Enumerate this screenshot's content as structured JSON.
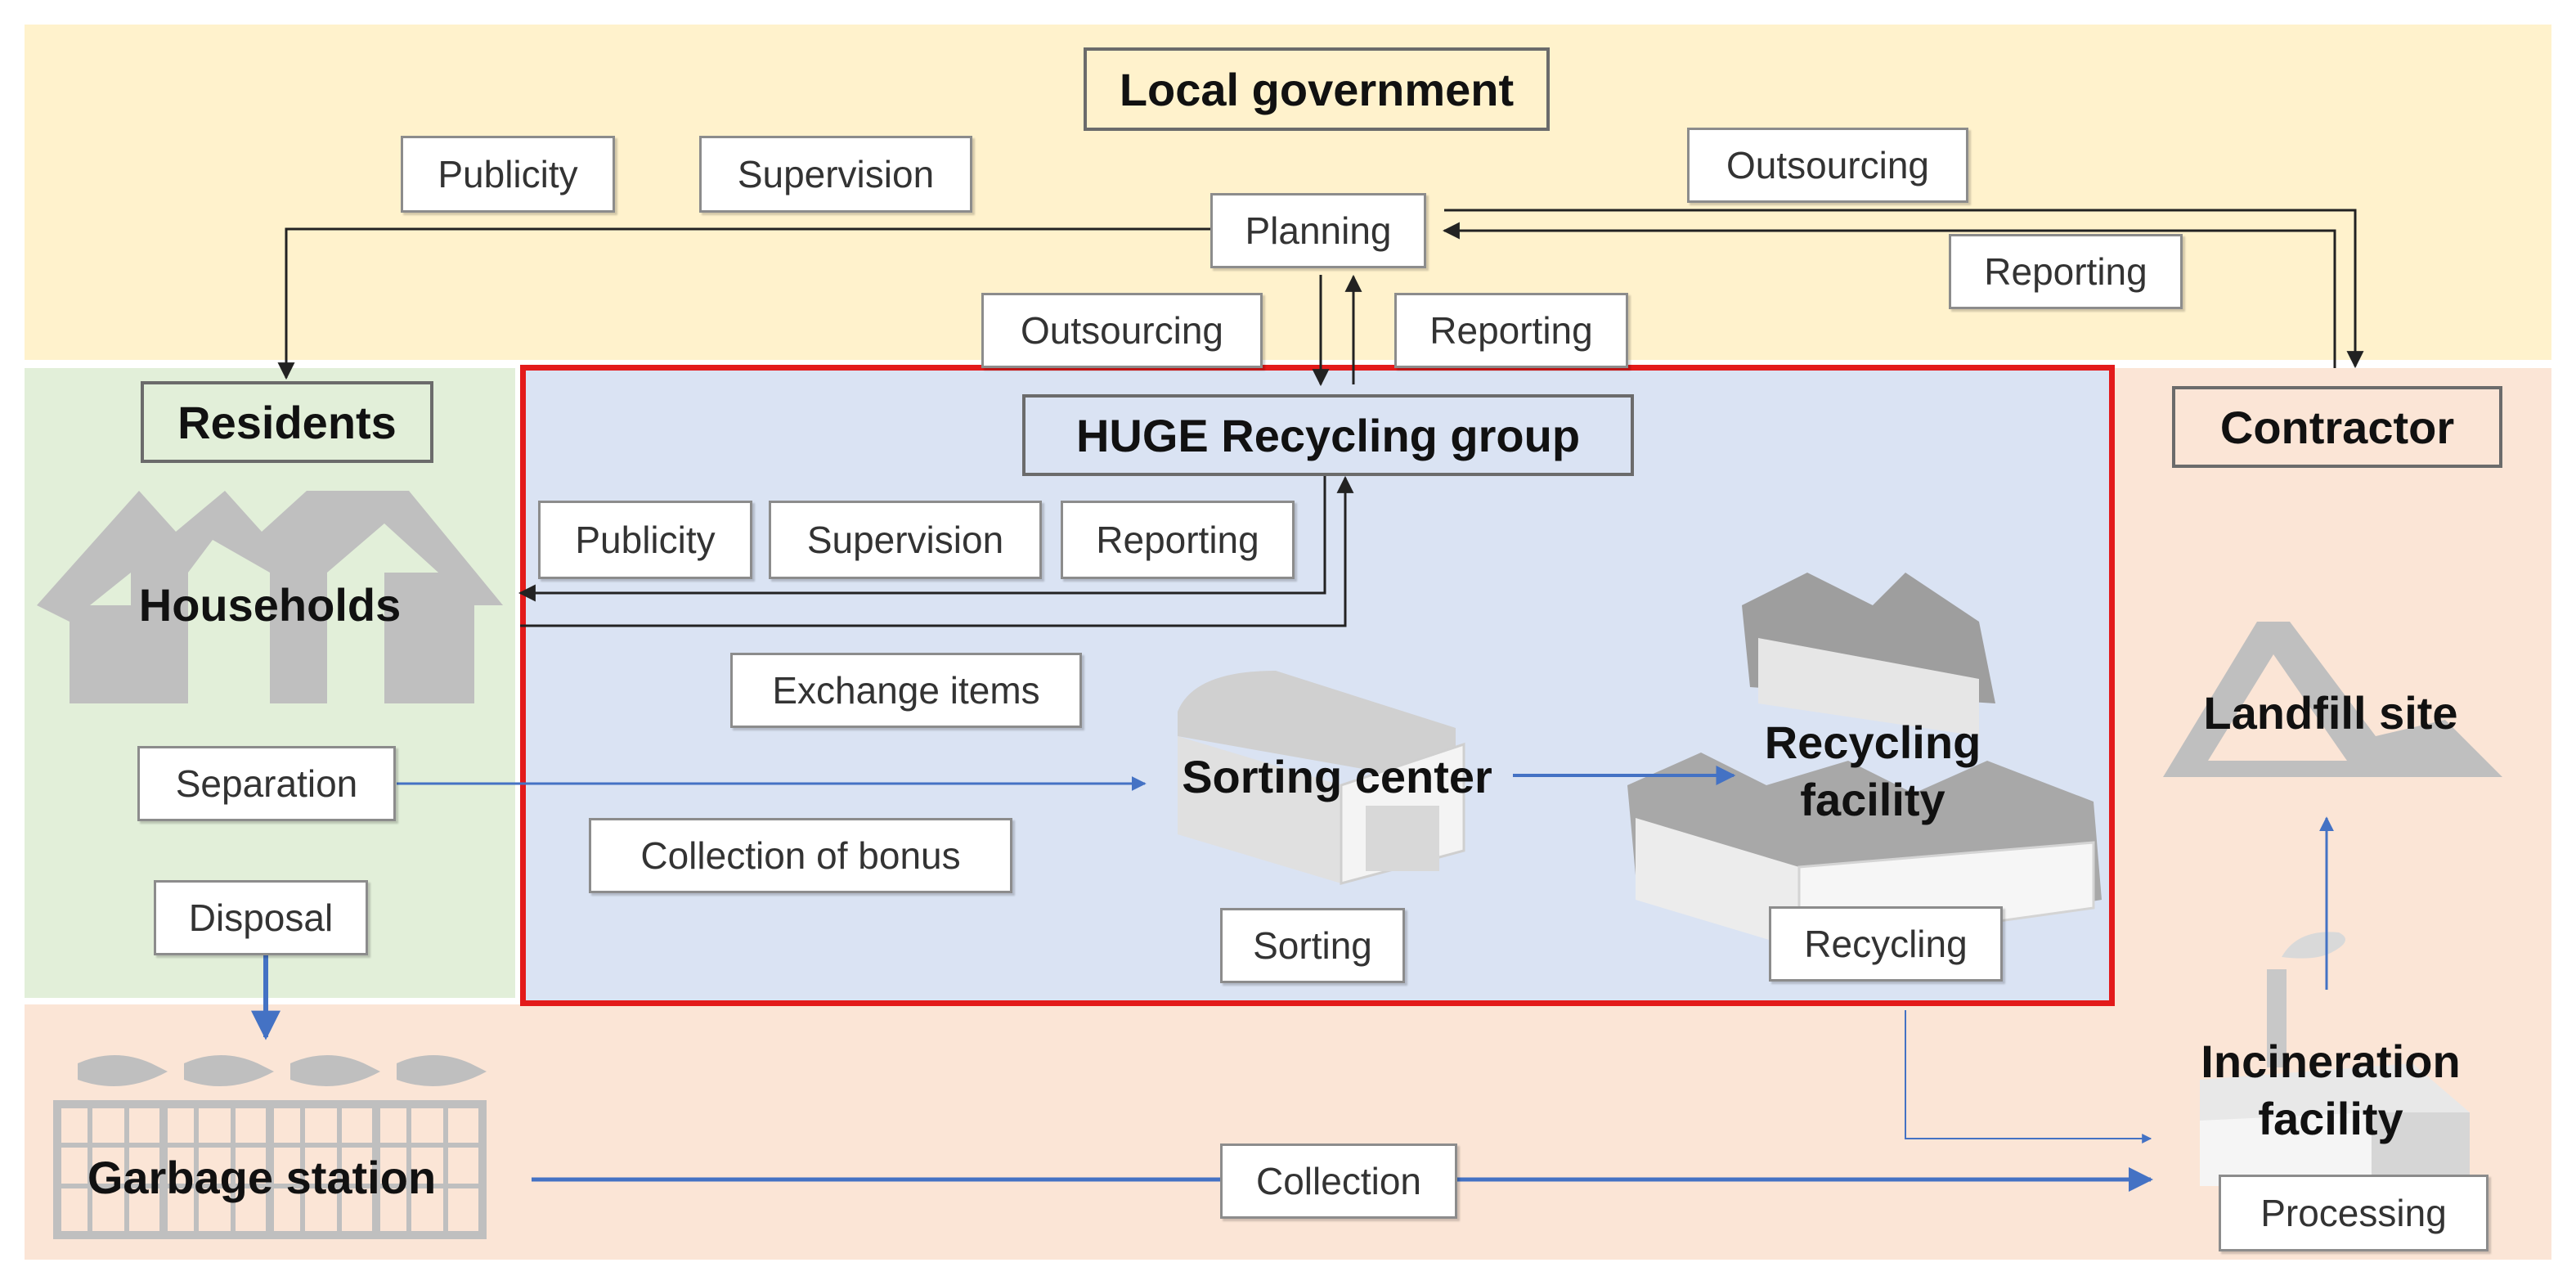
{
  "colors": {
    "government_band": "#fff2cc",
    "residents_band": "#e2efd9",
    "contractor_band": "#fbe5d6",
    "group_area": "#dae3f3",
    "group_border": "#e31a1a",
    "flow_arrow": "#4472c4",
    "admin_arrow": "#222222",
    "icon_gray": "#bfbfbf"
  },
  "actors": {
    "local_government": "Local government",
    "residents": "Residents",
    "recycling_group": "HUGE Recycling group",
    "contractor": "Contractor"
  },
  "places": {
    "households": "Households",
    "sorting_center": "Sorting center",
    "recycling_facility_line1": "Recycling",
    "recycling_facility_line2": "facility",
    "landfill_site": "Landfill site",
    "incineration_line1": "Incineration",
    "incineration_line2": "facility",
    "garbage_station": "Garbage station"
  },
  "labels": {
    "gov_publicity": "Publicity",
    "gov_supervision": "Supervision",
    "gov_outsourcing_contractor": "Outsourcing",
    "planning": "Planning",
    "reporting_contractor": "Reporting",
    "outsourcing_group": "Outsourcing",
    "reporting_group": "Reporting",
    "group_publicity": "Publicity",
    "group_supervision": "Supervision",
    "group_reporting": "Reporting",
    "exchange_items": "Exchange items",
    "separation": "Separation",
    "collection_of_bonus": "Collection of bonus",
    "disposal": "Disposal",
    "sorting": "Sorting",
    "recycling": "Recycling",
    "collection": "Collection",
    "processing": "Processing"
  }
}
